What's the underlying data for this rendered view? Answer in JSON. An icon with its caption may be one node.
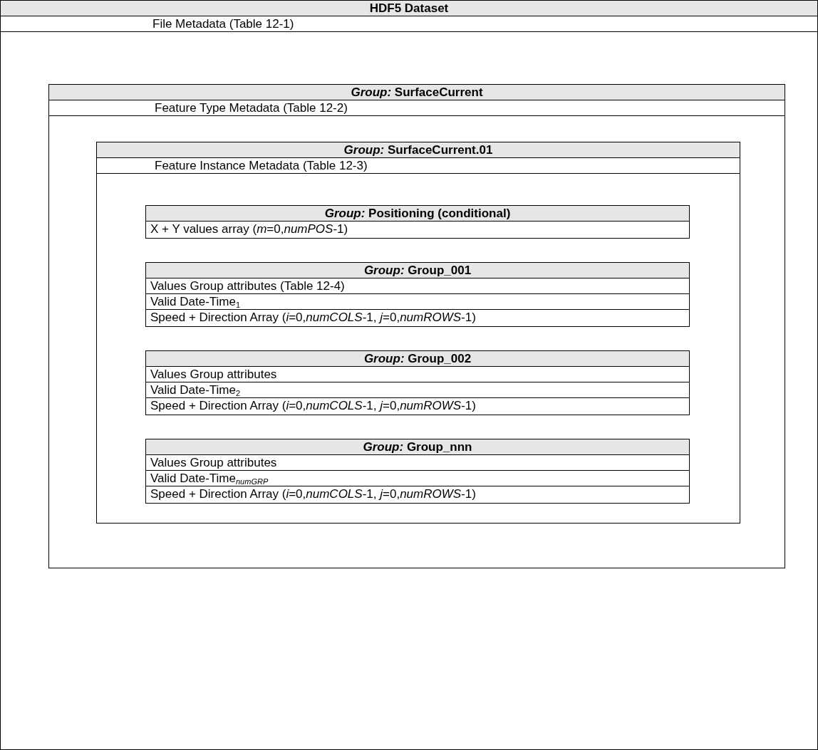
{
  "diagram": {
    "nodes": [
      {
        "text": [
          "HDF5 Dataset",
          "File Metadata (Table 12-1)"
        ]
      },
      {
        "text": [
          "*Group:* SurfaceCurrent",
          "Feature Type Metadata (Table 12-2)"
        ],
        "in": 0
      },
      {
        "text": [
          "*Group:* SurfaceCurrent.01",
          "Feature Instance Metadata (Table 12-3)"
        ],
        "in": 1
      },
      {
        "text": [
          "*Group:* Positioning (conditional)",
          "X + Y values array (*m*=0,*numPOS*-1)"
        ],
        "in": 2
      },
      {
        "text": [
          "*Group:* Group_001",
          "Values Group attributes (Table 12-4)",
          "Valid Date-Time$_{1}$",
          "Speed + Direction Array (*i*=0,*numCOLS*-1, *j*=0,*numROWS*-1)"
        ],
        "in": 2
      },
      {
        "text": [
          "*Group:* Group_002",
          "Values Group attributes",
          "Valid Date-Time$_{2}$",
          "Speed + Direction Array (*i*=0,*numCOLS*-1, *j*=0,*numROWS*-1)"
        ],
        "in": 2
      },
      {
        "text": [
          "*Group:* Group_nnn",
          "Values Group attributes",
          "Valid Date-Time$_{numGRP}$",
          "Speed + Direction Array (*i*=0,*numCOLS*-1, *j*=0,*numROWS*-1)"
        ],
        "in": 2
      }
    ]
  }
}
